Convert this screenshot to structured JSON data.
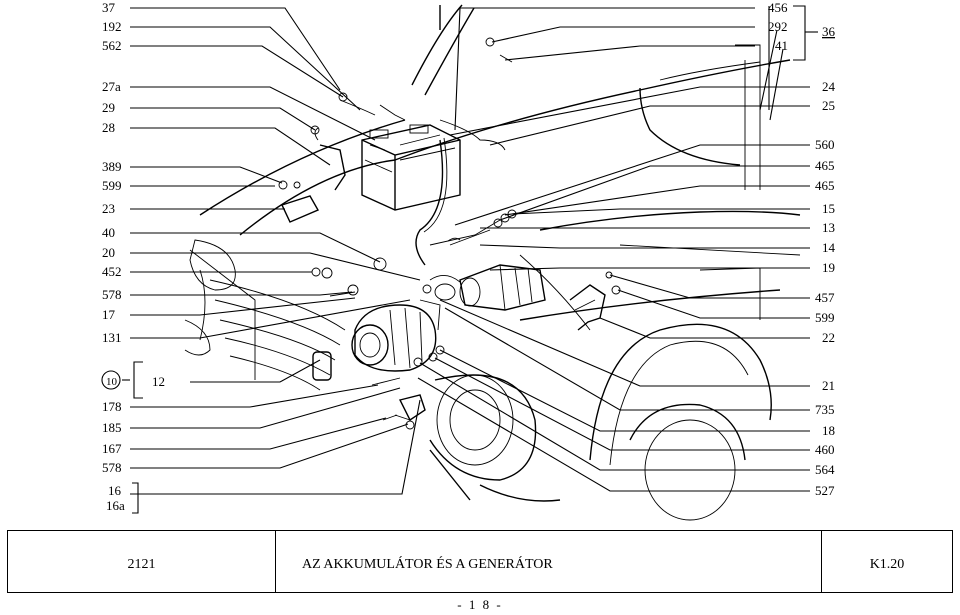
{
  "labels_left": [
    "37",
    "192",
    "562",
    "27a",
    "29",
    "28",
    "389",
    "599",
    "23",
    "40",
    "20",
    "452",
    "578",
    "17",
    "131",
    "12",
    "178",
    "185",
    "167",
    "578",
    "16",
    "16a"
  ],
  "circled_label": "10",
  "labels_right": [
    "456",
    "292",
    "41",
    "24",
    "25",
    "560",
    "465",
    "465",
    "15",
    "13",
    "14",
    "19",
    "457",
    "599",
    "22",
    "21",
    "735",
    "18",
    "460",
    "564",
    "527"
  ],
  "group_label": "36",
  "footer": {
    "code": "2121",
    "title": "AZ AKKUMULÁTOR ÉS A GENERÁTOR",
    "ref": "K1.20"
  },
  "page_number": "- 1 8 -"
}
